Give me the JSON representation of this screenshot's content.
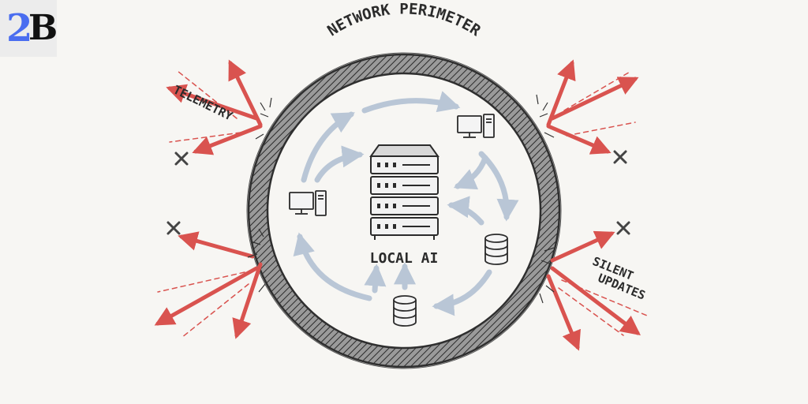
{
  "logo": {
    "digit": "2",
    "letter": "B"
  },
  "labels": {
    "perimeter": "NETWORK PERIMETER",
    "center": "LOCAL AI",
    "left_blocked": "TELEMETRY",
    "right_blocked_line1": "SILENT",
    "right_blocked_line2": "UPDATES"
  },
  "colors": {
    "background": "#f7f6f3",
    "ring": "#3a3a3a",
    "threat_arrows": "#d9534f",
    "internal_arrows": "#b9c6d6",
    "sketch": "#2b2b2b"
  },
  "icons": [
    "server-rack-icon",
    "desktop-computer-icon",
    "database-icon",
    "blocked-x-icon"
  ]
}
